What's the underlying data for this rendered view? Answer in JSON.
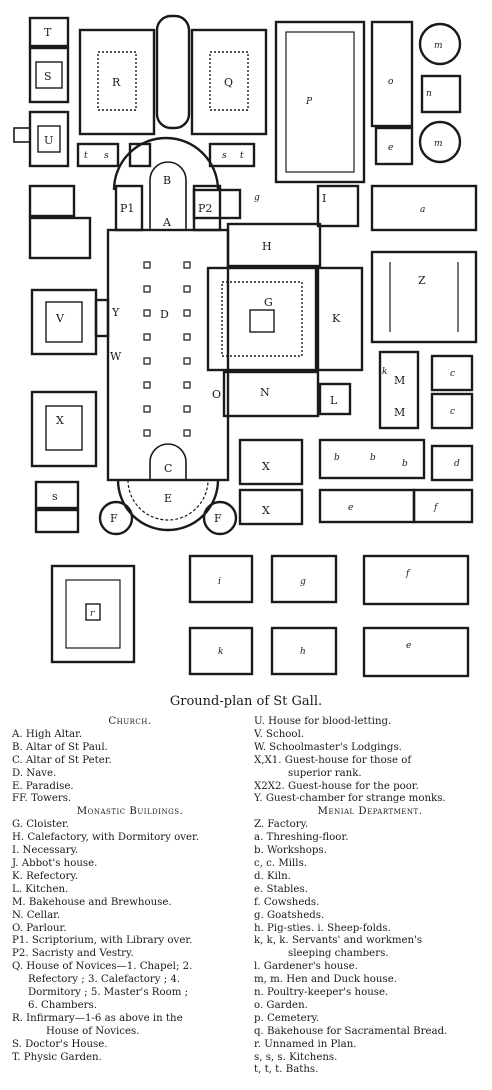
{
  "plan": {
    "labels": {
      "T": "T",
      "S": "S",
      "U": "U",
      "R": "R",
      "Q": "Q",
      "P": "P",
      "o": "o",
      "m": "m",
      "n": "n",
      "e": "e",
      "t": "t",
      "s": "s",
      "B": "B",
      "A": "A",
      "P1": "P1",
      "P2": "P2",
      "g": "g",
      "I": "I",
      "a": "a",
      "H": "H",
      "D": "D",
      "Y": "Y",
      "W": "W",
      "V": "V",
      "G": "G",
      "K": "K",
      "Z": "Z",
      "N": "N",
      "O": "O",
      "L": "L",
      "M": "M",
      "k": "k",
      "c": "c",
      "X": "X",
      "C": "C",
      "b": "b",
      "d": "d",
      "E": "E",
      "F": "F",
      "f": "f",
      "i": "i",
      "h": "h",
      "r": "r"
    }
  },
  "caption": "Ground-plan of St Gall.",
  "legend_left": [
    {
      "t": "Church.",
      "k": "hd"
    },
    {
      "t": "A.  High Altar."
    },
    {
      "t": "B.  Altar of St Paul."
    },
    {
      "t": "C.  Altar of St Peter."
    },
    {
      "t": "D.  Nave."
    },
    {
      "t": "E.  Paradise."
    },
    {
      "t": "FF. Towers."
    },
    {
      "t": "Monastic Buildings.",
      "k": "hd"
    },
    {
      "t": "G.  Cloister."
    },
    {
      "t": "H.  Calefactory, with Dormitory over."
    },
    {
      "t": "I.  Necessary."
    },
    {
      "t": "J.  Abbot's house."
    },
    {
      "t": "K.  Refectory."
    },
    {
      "t": "L.  Kitchen."
    },
    {
      "t": "M.  Bakehouse and Brewhouse."
    },
    {
      "t": "N.  Cellar."
    },
    {
      "t": "O.  Parlour."
    },
    {
      "t": "P1. Scriptorium, with Library over."
    },
    {
      "t": "P2. Sacristy and Vestry."
    },
    {
      "t": "Q.  House of Novices—1. Chapel; 2."
    },
    {
      "t": "Refectory ; 3. Calefactory ; 4.",
      "k": "ind"
    },
    {
      "t": "Dormitory ; 5. Master's Room ;",
      "k": "ind"
    },
    {
      "t": "6. Chambers.",
      "k": "ind"
    },
    {
      "t": "R.  Infirmary—1-6 as above in the"
    },
    {
      "t": "House of Novices.",
      "k": "cont"
    },
    {
      "t": "S.  Doctor's House."
    },
    {
      "t": "T.  Physic Garden."
    }
  ],
  "legend_right": [
    {
      "t": "U.  House for blood-letting."
    },
    {
      "t": "V.  School."
    },
    {
      "t": "W.  Schoolmaster's Lodgings."
    },
    {
      "t": "X,X1. Guest-house  for  those  of"
    },
    {
      "t": "superior rank.",
      "k": "cont"
    },
    {
      "t": "X2X2. Guest-house for the poor."
    },
    {
      "t": "Y.  Guest-chamber for strange monks."
    },
    {
      "t": "Menial Department.",
      "k": "hd"
    },
    {
      "t": "Z.  Factory."
    },
    {
      "t": "a.  Threshing-floor."
    },
    {
      "t": "b.  Workshops."
    },
    {
      "t": "c, c. Mills."
    },
    {
      "t": "d.  Kiln."
    },
    {
      "t": "e.  Stables."
    },
    {
      "t": "f.  Cowsheds."
    },
    {
      "t": "g.  Goatsheds."
    },
    {
      "t": "h.  Pig-sties.  i.  Sheep-folds."
    },
    {
      "t": "k, k, k.  Servants' and workmen's"
    },
    {
      "t": "sleeping chambers.",
      "k": "cont"
    },
    {
      "t": "l.  Gardener's house."
    },
    {
      "t": "m, m. Hen and Duck house."
    },
    {
      "t": "n.  Poultry-keeper's house."
    },
    {
      "t": "o.  Garden."
    },
    {
      "t": "p.  Cemetery."
    },
    {
      "t": "q.  Bakehouse for Sacramental Bread."
    },
    {
      "t": "r.  Unnamed in Plan."
    },
    {
      "t": "s, s, s.  Kitchens."
    },
    {
      "t": "t, t, t.  Baths."
    }
  ]
}
